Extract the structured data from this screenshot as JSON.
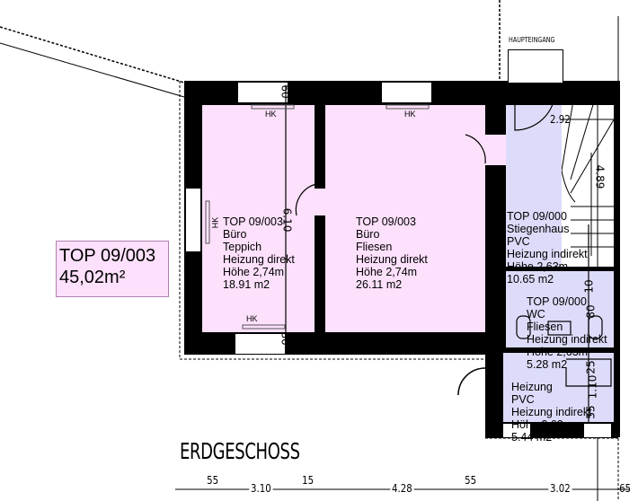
{
  "plan_title": "ERDGESCHOSS",
  "entrance_label": "HAUPTEINGANG",
  "unit_label": {
    "name": "TOP 09/003",
    "area": "45,02m²"
  },
  "colors": {
    "unit_fill": "#fde0fb",
    "common_fill": "#dcdcfa",
    "wall": "#000000"
  },
  "rooms": [
    {
      "lines": [
        "TOP 09/003",
        "Büro",
        "Teppich",
        "Heizung direkt",
        "Höhe 2,74m",
        "18.91 m2"
      ]
    },
    {
      "lines": [
        "TOP 09/003",
        "Büro",
        "Fliesen",
        "Heizung direkt",
        "Höhe 2,74m",
        "26.11 m2"
      ]
    },
    {
      "lines": [
        "TOP 09/000",
        "Stiegenhaus",
        "PVC",
        "Heizung indirekt",
        "Höhe 2,63m",
        "10.65 m2"
      ]
    },
    {
      "lines": [
        "TOP 09/000",
        "WC",
        "Fliesen",
        "Heizung indirekt",
        "Höhe 2,63m",
        "5.28 m2"
      ]
    },
    {
      "lines": [
        "Heizung",
        "PVC",
        "Heizung indirekt",
        "Höhe 2,63m",
        "5.44 m2"
      ]
    }
  ],
  "radiator_label": "HK",
  "dimensions": {
    "bottom": [
      "55",
      "3.10",
      "15",
      "4.28",
      "55",
      "3.02",
      "65"
    ],
    "left_room_vertical": [
      "60",
      "6.10",
      "60"
    ],
    "stair": [
      "2.92",
      "4.89"
    ],
    "wc": [
      "10",
      "80"
    ],
    "heizung": [
      "25",
      "1.10",
      "55"
    ]
  }
}
